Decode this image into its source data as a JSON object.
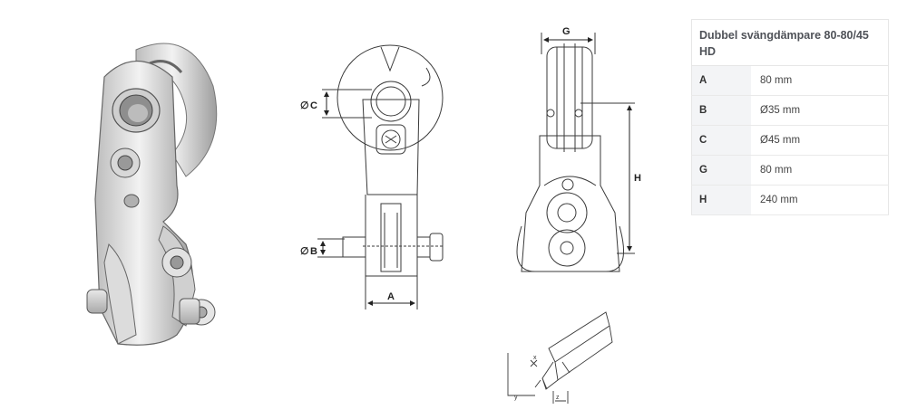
{
  "spec": {
    "title": "Dubbel svängdämpare 80-80/45 HD",
    "rows": [
      {
        "key": "A",
        "value": "80 mm"
      },
      {
        "key": "B",
        "value": "Ø35 mm"
      },
      {
        "key": "C",
        "value": "Ø45 mm"
      },
      {
        "key": "G",
        "value": "80 mm"
      },
      {
        "key": "H",
        "value": "240 mm"
      }
    ]
  },
  "drawing_labels": {
    "a": "A",
    "b": "B",
    "c": "C",
    "g": "G",
    "h": "H",
    "dia_b": "∅",
    "dia_c": "∅",
    "x": "x",
    "y": "y",
    "z": "z"
  },
  "colors": {
    "line": "#3a3a3a",
    "metal_light": "#eeeeee",
    "metal_mid": "#cfcfcf",
    "metal_dark": "#9a9a9a",
    "table_key_bg": "#f3f4f6"
  }
}
